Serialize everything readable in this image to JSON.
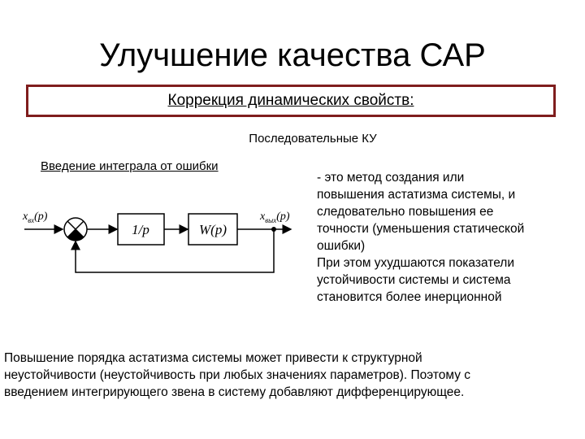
{
  "title": "Улучшение качества САР",
  "subtitle": "Коррекция динамических свойств:",
  "section_heading": "Последовательные КУ",
  "method_label": "Введение интеграла от ошибки",
  "diagram": {
    "input_label": "x",
    "input_sub": "вх",
    "input_arg": "(p)",
    "block1": "1/p",
    "block2": "W(p)",
    "output_label": "x",
    "output_sub": "вых",
    "output_arg": "(p)"
  },
  "right_text_lines": [
    "- это метод создания или",
    "повышения астатизма системы, и",
    "следовательно повышения ее",
    "точности (уменьшения статической",
    "ошибки)",
    "При этом ухудшаются показатели",
    "устойчивости системы и система",
    "становится более инерционной"
  ],
  "bottom_text_lines": [
    "Повышение порядка астатизма системы может привести к структурной",
    "неустойчивости (неустойчивость при любых значениях параметров). Поэтому с",
    "введением интегрирующего звена в систему добавляют дифференцирующее."
  ]
}
